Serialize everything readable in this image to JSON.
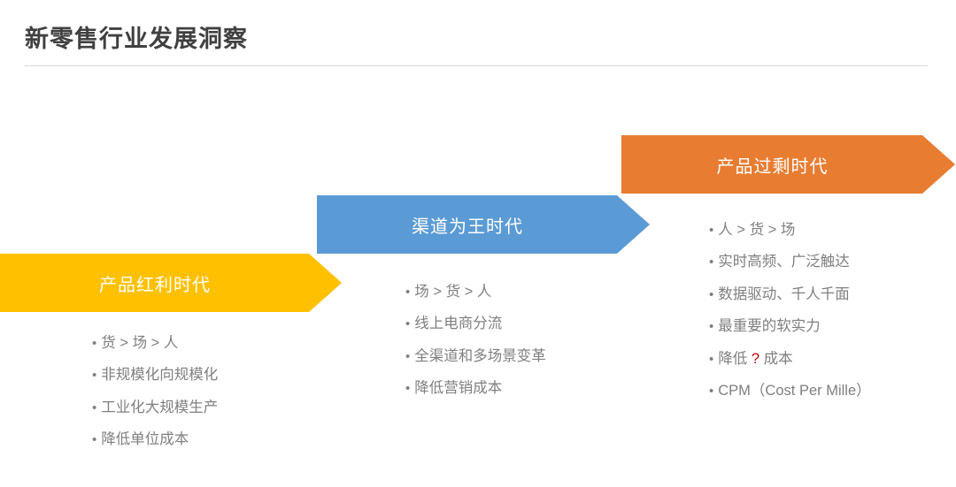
{
  "slide": {
    "title": "新零售行业发展洞察",
    "background": "#ffffff",
    "divider_color": "#d9d9d9"
  },
  "colors": {
    "yellow": "#FFC000",
    "blue": "#5B9BD5",
    "orange": "#E87D32",
    "title_text": "#404040",
    "body_text": "#7f7f7f",
    "highlight": "#C00000"
  },
  "stages": [
    {
      "id": "product-dividend-era",
      "banner_label": "产品红利时代",
      "color": "#FFC000",
      "bullets": [
        {
          "text": "货 > 场 > 人"
        },
        {
          "text": "非规模化向规模化"
        },
        {
          "text": "工业化大规模生产"
        },
        {
          "text": "降低单位成本"
        }
      ]
    },
    {
      "id": "channel-is-king-era",
      "banner_label": "渠道为王时代",
      "color": "#5B9BD5",
      "bullets": [
        {
          "text": "场 > 货 > 人"
        },
        {
          "text": "线上电商分流"
        },
        {
          "text": "全渠道和多场景变革"
        },
        {
          "text": "降低营销成本"
        }
      ]
    },
    {
      "id": "product-surplus-era",
      "banner_label": "产品过剩时代",
      "color": "#E87D32",
      "bullets": [
        {
          "text": "人 > 货 > 场"
        },
        {
          "text": "实时高频、广泛触达"
        },
        {
          "text": "数据驱动、千人千面"
        },
        {
          "text": "最重要的软实力"
        },
        {
          "pre": "降低 ",
          "highlight": "?",
          "post": " 成本"
        },
        {
          "text": "CPM（Cost Per Mille）"
        }
      ]
    }
  ]
}
